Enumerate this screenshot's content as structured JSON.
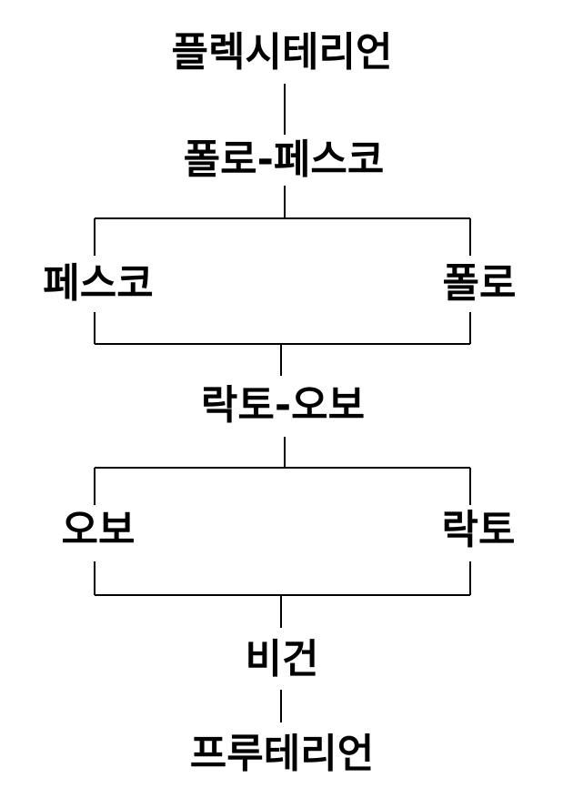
{
  "diagram": {
    "type": "hierarchy",
    "line_color": "#000000",
    "text_color": "#000000",
    "nodes": {
      "flexitarian": "플렉시테리언",
      "pollo_pesco": "폴로-페스코",
      "pesco": "페스코",
      "pollo": "폴로",
      "lacto_ovo": "락토-오보",
      "ovo": "오보",
      "lacto": "락토",
      "vegan": "비건",
      "fruitarian": "프루테리언"
    }
  }
}
